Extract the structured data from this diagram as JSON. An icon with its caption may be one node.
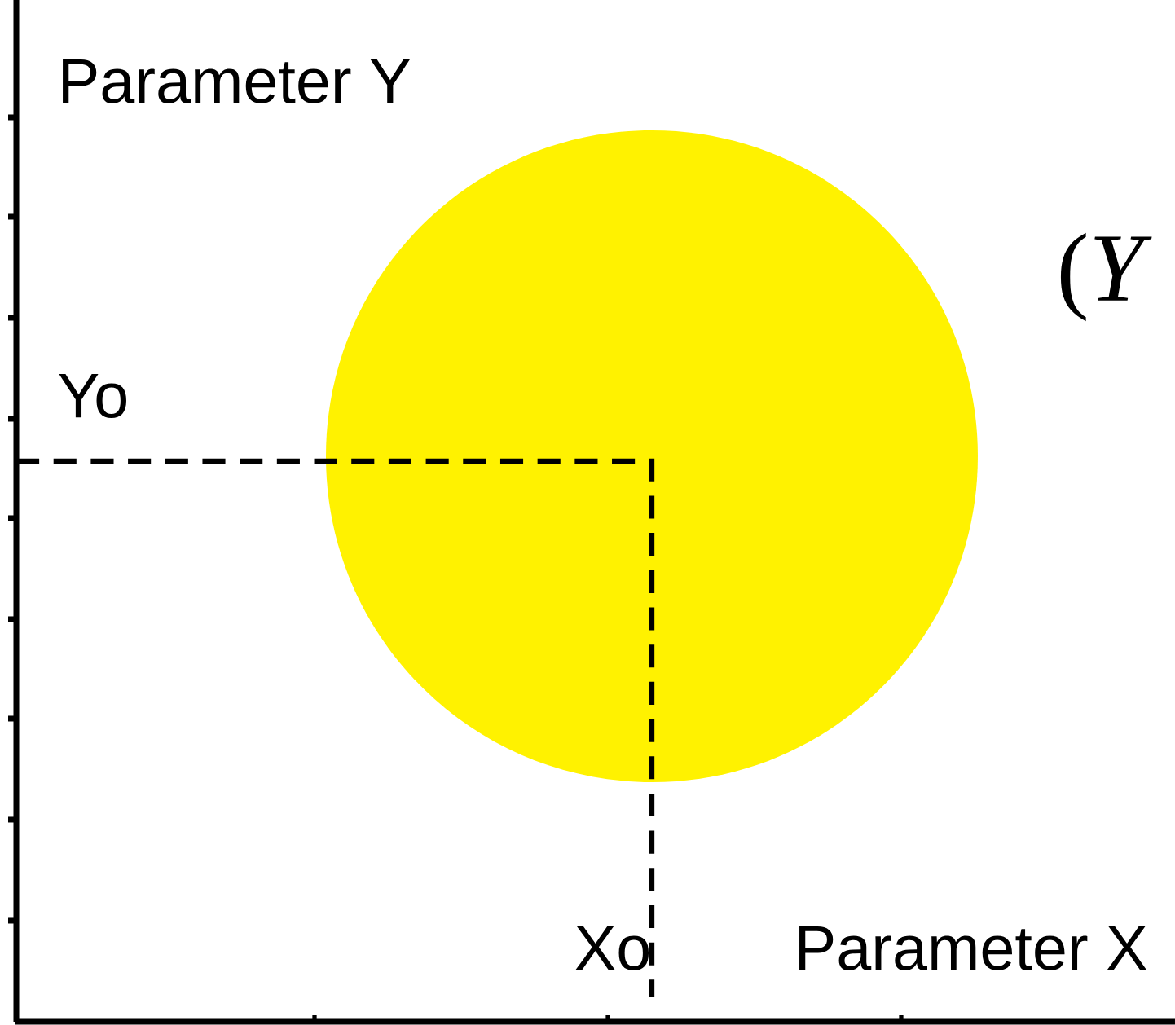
{
  "diagram": {
    "labels": [
      "Parameter Y",
      "(*Y*",
      "Yo",
      "Xo",
      "Parameter X"
    ]
  }
}
